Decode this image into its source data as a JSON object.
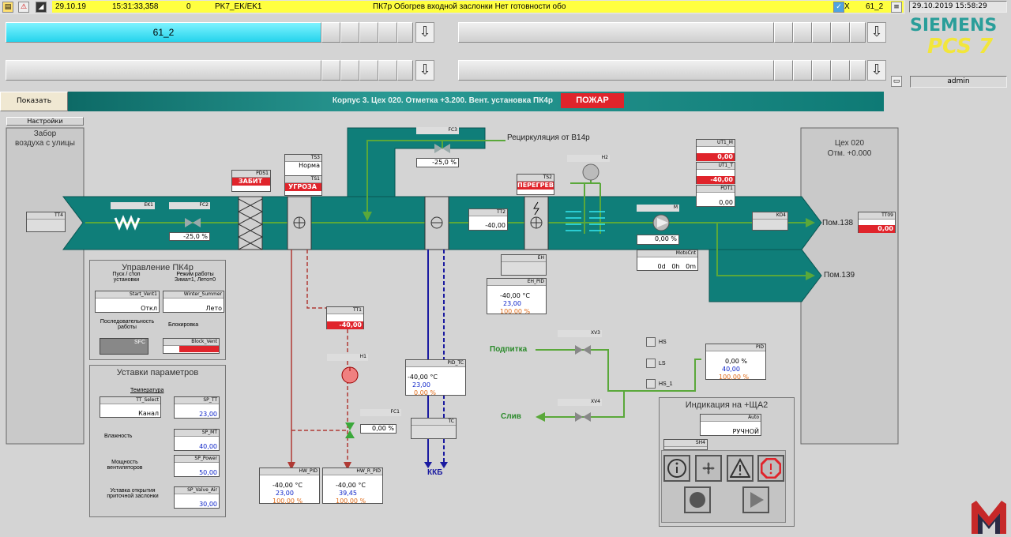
{
  "topbar": {
    "date": "29.10.19",
    "time": "15:31:33,358",
    "count": "0",
    "tag": "PK7_EK/EK1",
    "message": "ПК7р Обогрев входной заслонки Нет готовности обо",
    "x_label": "X",
    "area": "61_2",
    "datetime_right": "29.10.2019 15:58:29",
    "user": "admin"
  },
  "area_selectors": {
    "active_label": "61_2"
  },
  "brand": {
    "siemens": "SIEMENS",
    "pcs7": "PCS 7"
  },
  "header": {
    "show_button": "Показать",
    "title": "Корпус 3. Цех 020. Отметка +3.200. Вент. установка ПК4р",
    "fire_badge": "ПОЖАР",
    "settings_button": "Настройки"
  },
  "areas": {
    "intake": "Забор\nвоздуха с улицы",
    "shop_title": "Цех 020",
    "shop_level": "Отм. +0.000",
    "recirc": "Рециркуляция от В14р",
    "room138": "Пом.138",
    "room139": "Пом.139",
    "kkb": "ККБ",
    "feed": "Подпитка",
    "drain": "Слив"
  },
  "tags": {
    "TT4": "TT4",
    "EK1": "EK1",
    "FC2": "FC2",
    "FC2_val": "-25,0",
    "PDS1": "PDS1",
    "PDS1_state": "ЗАБИТ",
    "TS3": "TS3",
    "TS3_state": "Норма",
    "TS1": "TS1",
    "TS1_state": "УГРОЗА",
    "FC3": "FC3",
    "FC3_val": "-25,0",
    "TT2": "TT2",
    "TT2_val": "-40,00",
    "TS2": "TS2",
    "TS2_state": "ПЕРЕГРЕВ",
    "H2": "H2",
    "UT1_M": "UT1_M",
    "UT1_M_val": "0,00",
    "UT1_T": "UT1_T",
    "UT1_T_val": "-40,00",
    "PDT1": "PDT1",
    "PDT1_val": "0,00",
    "M": "M",
    "M_val": "0,00",
    "MotoCnt": "MotoCnt",
    "MotoCnt_val": "0d   0h   0m",
    "KO4": "KO4",
    "TT09": "TT09",
    "TT09_val": "0,00",
    "EH": "EH",
    "EH_PID": "EH_PID",
    "EH_PID_v1": "-40,00",
    "EH_PID_v2": "23,00",
    "EH_PID_v3": "100,00",
    "TT1": "TT1",
    "TT1_val": "-40,00",
    "H1": "H1",
    "FC1": "FC1",
    "FC1_val": "0,00",
    "PID_TC": "PID_TC",
    "PID_TC_v1": "-40,00",
    "PID_TC_v2": "23,00",
    "PID_TC_v3": "0,00",
    "TC": "TC",
    "HW_PID": "HW_PID",
    "HW_PID_v1": "-40,00",
    "HW_PID_v2": "23,00",
    "HW_PID_v3": "100,00",
    "HW_R_PID": "HW_R_PID",
    "HW_R_PID_v1": "-40,00",
    "HW_R_PID_v2": "39,45",
    "HW_R_PID_v3": "100,00",
    "XV3": "XV3",
    "XV4": "XV4",
    "HS": "HS",
    "LS": "LS",
    "HS_1": "HS_1",
    "PID": "PID",
    "PID_v1": "0,00",
    "PID_v2": "40,00",
    "PID_v3": "100,00",
    "unit_c": "°C",
    "unit_pct": "%"
  },
  "control_panel": {
    "title": "Управление ПК4р",
    "start_stop": "Пуск / стоп\nустановки",
    "mode": "Режим работы\nЗима=1, Лето=0",
    "start_tag": "Start_Vent1",
    "start_val": "Откл",
    "winter_tag": "Winter_Summer",
    "winter_val": "Лето",
    "sequence": "Последовательность\nработы",
    "lock": "Блокировка",
    "sfc": "SFC",
    "block_tag": "Block_Vent"
  },
  "setpoints": {
    "title": "Уставки параметров",
    "temp_hdr": "Температура",
    "tt_select": "TT_Select",
    "tt_select_val": "Канал",
    "sp_tt": "SP_TT",
    "sp_tt_val": "23,00",
    "humidity": "Влажность",
    "sp_mt": "SP_MT",
    "sp_mt_val": "40,00",
    "fan_power": "Мощность\nвентиляторов",
    "sp_power": "SP_Power",
    "sp_power_val": "50,00",
    "valve": "Уставка открытия\nприточной заслонки",
    "sp_valve": "SP_Valve_Air",
    "sp_valve_val": "30,00"
  },
  "indication": {
    "title": "Индикация на +ЩА2",
    "auto_tag": "Auto",
    "auto_val": "РУЧНОЙ",
    "sh4": "SH4"
  },
  "colors": {
    "duct": "#0f7e79",
    "alarm": "#e0242b",
    "pipe_green": "#5aa83a",
    "hot_red": "#b03a34",
    "cold_blue": "#1a1aa0",
    "cyan": "#33e6f0"
  }
}
